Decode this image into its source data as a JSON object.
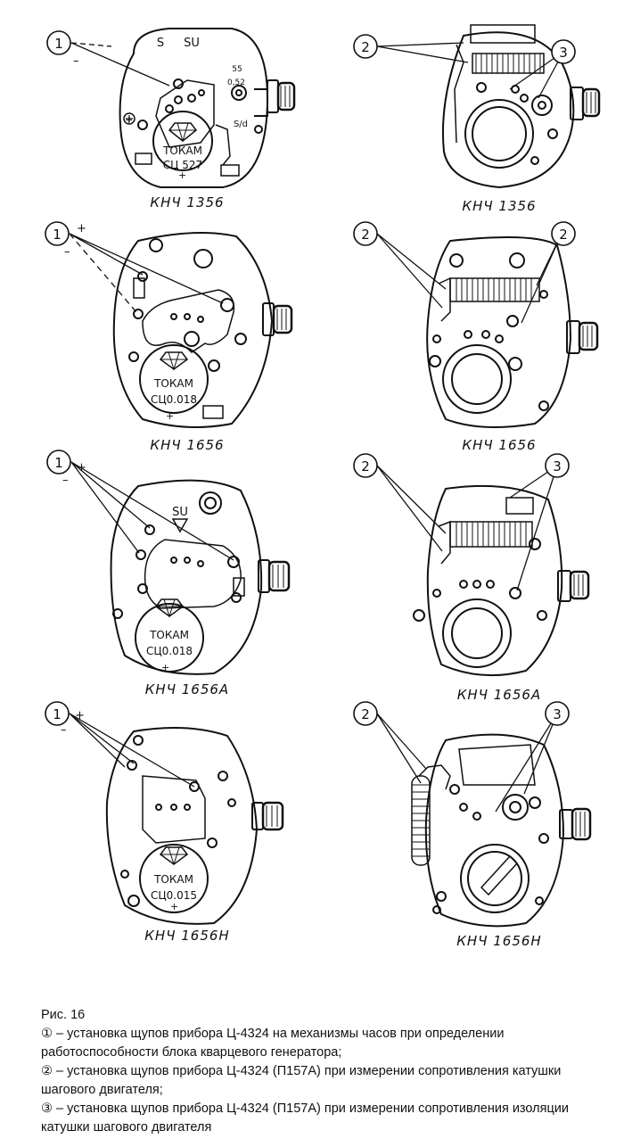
{
  "markers": {
    "one": "1",
    "two": "2",
    "three": "3"
  },
  "signs": {
    "plus": "+",
    "minus": "–"
  },
  "panels": [
    {
      "label": "КНЧ 1356",
      "battery_brand": "ТОКАМ",
      "battery_model": "СЦ 527",
      "marks": [
        "S",
        "SU",
        "55",
        "0,52",
        "S/d"
      ]
    },
    {
      "label": "КНЧ 1356"
    },
    {
      "label": "КНЧ 1656",
      "battery_brand": "ТОКАМ",
      "battery_model": "СЦ0.018"
    },
    {
      "label": "КНЧ 1656"
    },
    {
      "label": "КНЧ 1656А",
      "battery_brand": "ТОКАМ",
      "battery_model": "СЦ0.018",
      "marks": [
        "SU"
      ]
    },
    {
      "label": "КНЧ 1656А"
    },
    {
      "label": "КНЧ 1656Н",
      "battery_brand": "ТОКАМ",
      "battery_model": "СЦ0.015"
    },
    {
      "label": "КНЧ 1656Н"
    }
  ],
  "caption": {
    "title": "Рис. 16",
    "items": [
      {
        "marker": "①",
        "text": " – установка щупов прибора Ц-4324 на механизмы часов при определении работоспособности блока кварцевого генератора;"
      },
      {
        "marker": "②",
        "text": " – установка щупов прибора Ц-4324 (П157А) при измерении сопротивления катушки шагового двигателя;"
      },
      {
        "marker": "③",
        "text": " – установка щупов прибора Ц-4324 (П157А) при измерении сопротивления изоляции катушки шагового двигателя"
      }
    ]
  }
}
